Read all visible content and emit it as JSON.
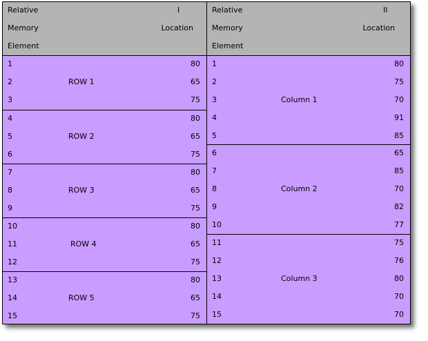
{
  "left": {
    "header": {
      "line1": "Relative",
      "line2": "Memory",
      "line3": "Element",
      "roman": "I",
      "location": "Location"
    },
    "groups": [
      {
        "label": "ROW 1",
        "rows": [
          {
            "index": "1",
            "value": "80"
          },
          {
            "index": "2",
            "value": "65"
          },
          {
            "index": "3",
            "value": "75"
          }
        ]
      },
      {
        "label": "ROW 2",
        "rows": [
          {
            "index": "4",
            "value": "80"
          },
          {
            "index": "5",
            "value": "65"
          },
          {
            "index": "6",
            "value": "75"
          }
        ]
      },
      {
        "label": "ROW 3",
        "rows": [
          {
            "index": "7",
            "value": "80"
          },
          {
            "index": "8",
            "value": "65"
          },
          {
            "index": "9",
            "value": "75"
          }
        ]
      },
      {
        "label": "ROW 4",
        "rows": [
          {
            "index": "10",
            "value": "80"
          },
          {
            "index": "11",
            "value": "65"
          },
          {
            "index": "12",
            "value": "75"
          }
        ]
      },
      {
        "label": "ROW 5",
        "rows": [
          {
            "index": "13",
            "value": "80"
          },
          {
            "index": "14",
            "value": "65"
          },
          {
            "index": "15",
            "value": "75"
          }
        ]
      }
    ]
  },
  "right": {
    "header": {
      "line1": "Relative",
      "line2": "Memory",
      "line3": "Element",
      "roman": "II",
      "location": "Location"
    },
    "groups": [
      {
        "label": "Column 1",
        "rows": [
          {
            "index": "1",
            "value": "80"
          },
          {
            "index": "2",
            "value": "75"
          },
          {
            "index": "3",
            "value": "70"
          },
          {
            "index": "4",
            "value": "91"
          },
          {
            "index": "5",
            "value": "85"
          }
        ]
      },
      {
        "label": "Column 2",
        "rows": [
          {
            "index": "6",
            "value": "65"
          },
          {
            "index": "7",
            "value": "85"
          },
          {
            "index": "8",
            "value": "70"
          },
          {
            "index": "9",
            "value": "82"
          },
          {
            "index": "10",
            "value": "77"
          }
        ]
      },
      {
        "label": "Column 3",
        "rows": [
          {
            "index": "11",
            "value": "75"
          },
          {
            "index": "12",
            "value": "76"
          },
          {
            "index": "13",
            "value": "80"
          },
          {
            "index": "14",
            "value": "70"
          },
          {
            "index": "15",
            "value": "70"
          }
        ]
      }
    ]
  }
}
